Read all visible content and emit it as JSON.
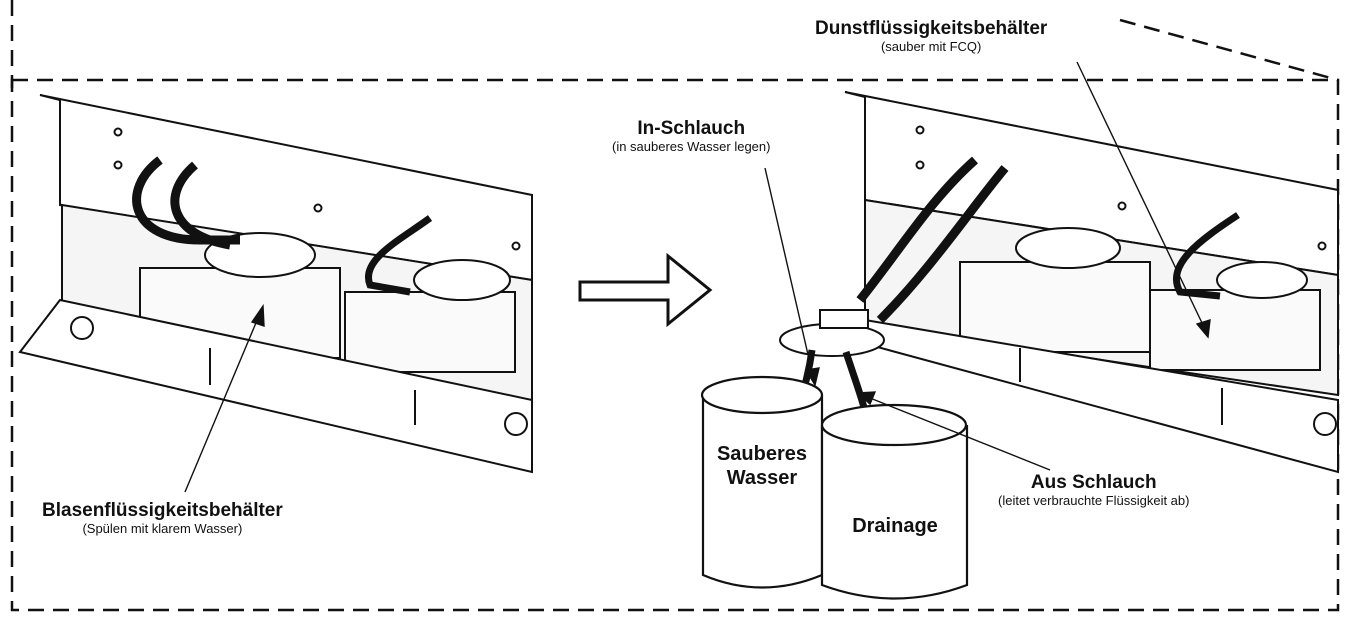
{
  "labels": {
    "bladder_tank": {
      "title": "Blasenflüssigkeitsbehälter",
      "note": "(Spülen mit klarem Wasser)"
    },
    "haze_tank": {
      "title": "Dunstflüssigkeitsbehälter",
      "note": "(sauber mit FCQ)"
    },
    "in_hose": {
      "title": "In-Schlauch",
      "note": "(in sauberes Wasser legen)"
    },
    "out_hose": {
      "title": "Aus Schlauch",
      "note": "(leitet verbrauchte Flüssigkeit ab)"
    },
    "clean_water": {
      "line1": "Sauberes",
      "line2": "Wasser"
    },
    "drainage": {
      "line1": "Drainage"
    }
  },
  "colors": {
    "line": "#111111",
    "frame_dash": "#111111",
    "fill_light": "#f2f2f2",
    "fill_mid": "#e0e0e0"
  }
}
